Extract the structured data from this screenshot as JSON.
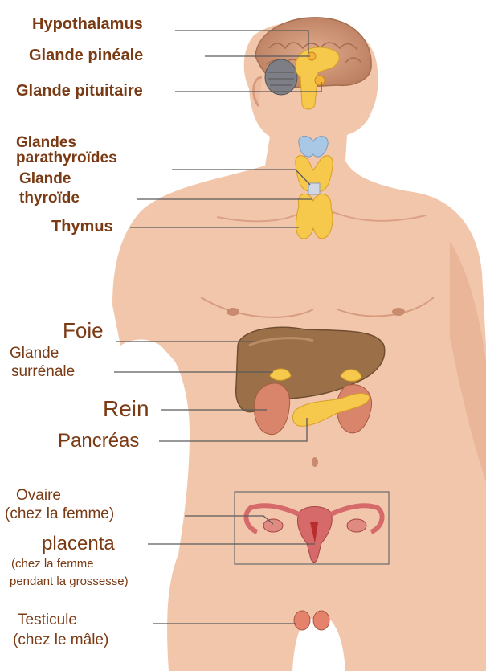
{
  "colors": {
    "skin": "#f2c6ab",
    "skin_shadow": "#dfa588",
    "label_text": "#7a3a14",
    "leader_line": "#5a5a5a",
    "brain": "#c98f70",
    "gland_yellow": "#f6c84c",
    "thyroid_blue": "#a9c8e6",
    "liver": "#9b7048",
    "kidney": "#d9856c",
    "uterus": "#d66a6a"
  },
  "labels": {
    "hypothalamus": "Hypothalamus",
    "pineal": "Glande pinéale",
    "pituitary": "Glande pituitaire",
    "parathyroid_line1": "Glandes",
    "parathyroid_line2": "parathyroïdes",
    "thyroid_line1": "Glande",
    "thyroid_line2": "thyroïde",
    "thymus": "Thymus",
    "liver": "Foie",
    "adrenal_line1": "Glande",
    "adrenal_line2": "surrénale",
    "kidney": "Rein",
    "pancreas": "Pancréas",
    "ovary_line1": "Ovaire",
    "ovary_line2": "(chez la femme)",
    "placenta": "placenta",
    "placenta_note_line1": "(chez la femme",
    "placenta_note_line2": "pendant la grossesse)",
    "testicle_line1": "Testicule",
    "testicle_line2": "(chez le mâle)"
  }
}
